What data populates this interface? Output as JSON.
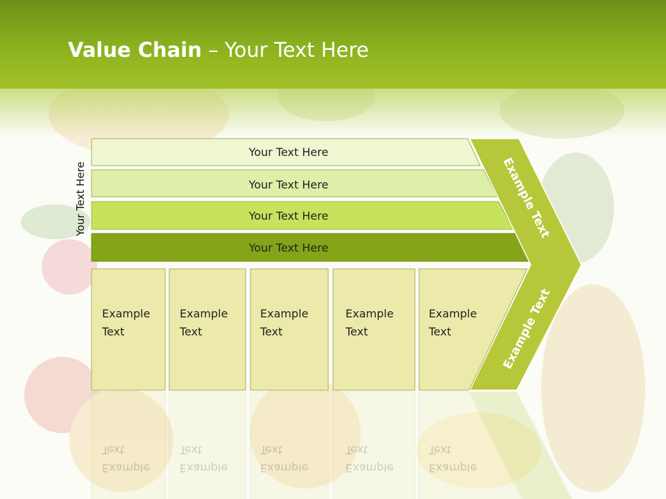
{
  "slide": {
    "title_bold": "Value Chain",
    "title_rest": " – Your Text Here",
    "colors": {
      "band_dark": "#6e8f18",
      "band_light": "#a3c12a",
      "arrow_fill": "#b7c73a",
      "bar_1": "#eef6d2",
      "bar_2": "#deefa9",
      "bar_3": "#c7e35d",
      "bar_4": "#84a518",
      "box_fill": "#eceaaa"
    }
  },
  "side_label": "Your Text Here",
  "bars": [
    {
      "label": "Your Text Here"
    },
    {
      "label": "Your Text Here"
    },
    {
      "label": "Your Text Here"
    },
    {
      "label": "Your Text Here"
    }
  ],
  "boxes": [
    {
      "line1": "Example",
      "line2": "Text"
    },
    {
      "line1": "Example",
      "line2": "Text"
    },
    {
      "line1": "Example",
      "line2": "Text"
    },
    {
      "line1": "Example",
      "line2": "Text"
    },
    {
      "line1": "Example",
      "line2": "Text"
    }
  ],
  "arrow": {
    "upper_label": "Example Text",
    "lower_label": "Example Text"
  },
  "background_art": [
    "peach",
    "kiwi",
    "raspberry",
    "apple",
    "apricot",
    "pineapple",
    "leaf"
  ]
}
